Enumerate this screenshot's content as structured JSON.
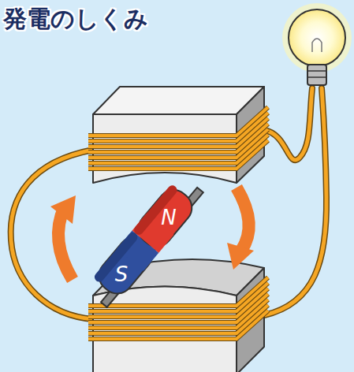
{
  "diagram": {
    "title": "発電のしくみ",
    "labels": [
      "N",
      "S"
    ]
  }
}
